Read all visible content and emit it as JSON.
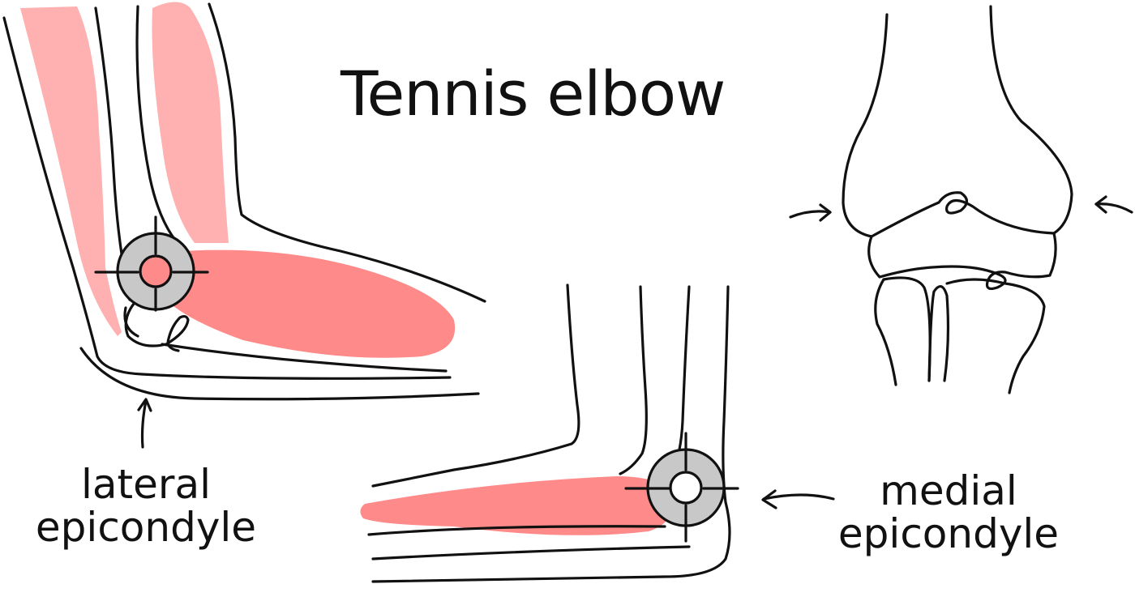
{
  "title": "Tennis elbow",
  "labels": {
    "lateral_line1": "lateral",
    "lateral_line2": "epicondyle",
    "medial_line1": "medial",
    "medial_line2": "epicondyle"
  },
  "colors": {
    "muscle_light": "#ffb0b0",
    "muscle_dark": "#ff8a8a",
    "target_ring": "#c8c8c8",
    "target_center_lateral": "#ff8a8a",
    "target_center_medial": "#ffffff",
    "ink": "#111111"
  }
}
